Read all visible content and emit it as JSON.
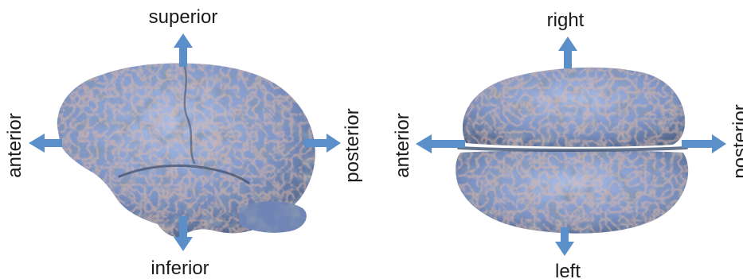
{
  "panels": [
    {
      "view": "lateral",
      "labels": {
        "top": "superior",
        "bottom": "inferior",
        "left": "anterior",
        "right": "posterior"
      }
    },
    {
      "view": "axial",
      "labels": {
        "top": "right",
        "bottom": "left",
        "left": "anterior",
        "right": "posterior"
      }
    }
  ],
  "colors": {
    "arrow": "#5b8fc9",
    "cortex_base": "#7d94c6",
    "cortex_dark": "#3f5270",
    "cortex_highlight": "#a9bde6",
    "cortex_accent": "#c98a6c"
  }
}
